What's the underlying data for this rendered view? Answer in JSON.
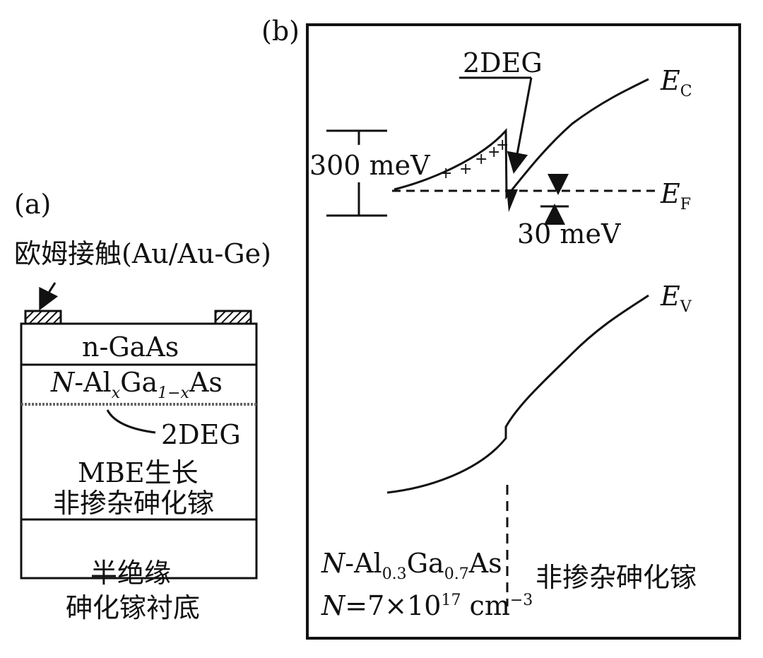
{
  "panel_a": {
    "label": "(a)",
    "contact_label": "欧姆接触(Au/Au-Ge)",
    "layer_ngaas": "n-GaAs",
    "layer_algaas": {
      "n": "N",
      "al": "-Al",
      "x1": "x",
      "ga": "Ga",
      "sub_1x": "1−x",
      "as": "As"
    },
    "label_2deg": "2DEG",
    "layer_mbe_line1": "MBE生长",
    "layer_mbe_line2": "非掺杂砷化镓",
    "substrate_line1": "半绝缘",
    "substrate_line2": "砷化镓衬底"
  },
  "panel_b": {
    "label": "(b)",
    "label_2deg": "2DEG",
    "ec_e": "E",
    "ec_sub": "C",
    "ef_e": "E",
    "ef_sub": "F",
    "ev_e": "E",
    "ev_sub": "V",
    "barrier_label": "300 meV",
    "well_label": "30 meV",
    "left_region": {
      "n": "N",
      "al": "-Al",
      "al_sub": "0.3",
      "ga": "Ga",
      "ga_sub": "0.7",
      "as": "As",
      "doping_n": "N",
      "doping_eq": "=7×10",
      "doping_exp": "17",
      "doping_unit": " cm",
      "doping_unit_exp": "−3"
    },
    "right_region": "非掺杂砷化镓"
  },
  "colors": {
    "ink": "#111111",
    "background": "#ffffff"
  }
}
